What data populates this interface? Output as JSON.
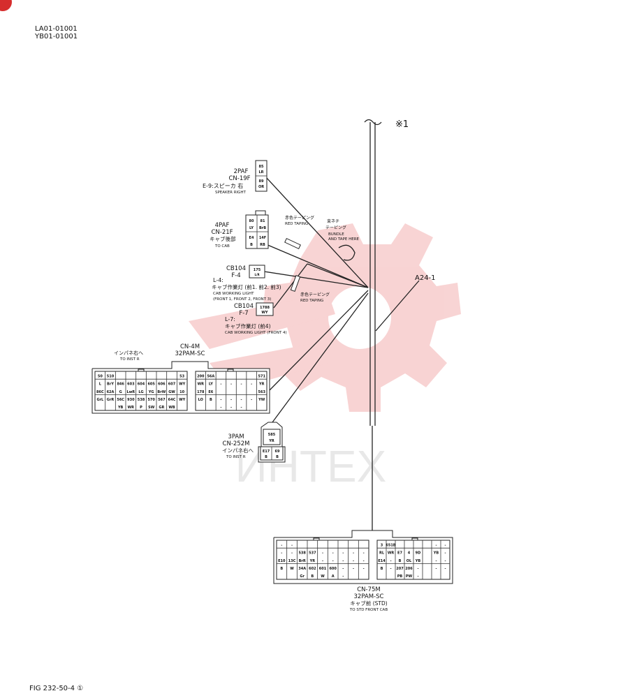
{
  "header": {
    "code_1": "LA01-01001",
    "code_2": "YB01-01001"
  },
  "footer": {
    "figure": "FIG 232-50-4 ①"
  },
  "watermark": {
    "text": "ИНТЕХ",
    "color": "#e03a3a"
  },
  "corner_badge": {
    "color": "#d62d2d"
  },
  "ref_mark": "※1",
  "harness": {
    "label": "A24-1"
  },
  "notes": {
    "red_taping_1_jp": "赤色テーピング",
    "red_taping_1_en": "RED TAPING",
    "red_taping_2_jp": "赤色テーピング",
    "red_taping_2_en": "RED TAPING",
    "bundle_jp_1": "束ネチ",
    "bundle_jp_2": "テーピング",
    "bundle_en_1": "BUNDLE",
    "bundle_en_2": "AND TAPE HERE"
  },
  "connectors": {
    "cn19f": {
      "type": "2PAF",
      "id": "CN-19F",
      "desc_jp": "E-9:スピーカ 右",
      "desc_en": "SPEAKER RIGHT",
      "pins": [
        "85",
        "LR",
        "89",
        "OR"
      ]
    },
    "cn21f": {
      "type": "4PAF",
      "id": "CN-21F",
      "desc_jp": "キャブ後部",
      "desc_en": "TO CAB",
      "pins": [
        "80",
        "81",
        "LY",
        "BrB",
        "E4",
        "14F",
        "B",
        "RB"
      ]
    },
    "cb104a": {
      "type": "CB104",
      "id": "F-4",
      "pins": [
        "175",
        "L/R"
      ],
      "desc_1": "L-4:",
      "desc_jp": "キャブ作業灯 (前1. 前2. 前3)",
      "desc_en_1": "CAB WORKING LIGHT",
      "desc_en_2": "(FRONT 1, FRONT 2, FRONT 3)"
    },
    "cb104b": {
      "type": "CB104",
      "id": "F-7",
      "pins": [
        "1788",
        "WY"
      ],
      "desc_1": "L-7:",
      "desc_jp": "キャブ作業灯 (前4)",
      "desc_en": "CAB WORKING LIGHT (FRONT 4)"
    },
    "cn4m": {
      "id": "CN-4M",
      "type": "32PAM-SC",
      "dest_jp": "インパネ右へ",
      "dest_en": "TO INST R",
      "left_rows": [
        [
          "50",
          "510",
          "",
          "",
          "",
          "",
          "",
          "",
          "53"
        ],
        [
          "L",
          "BrY",
          "846",
          "603",
          "604",
          "605",
          "606",
          "607",
          "WY"
        ],
        [
          "86C",
          "62A",
          "G",
          "LwR",
          "LG",
          "YG",
          "BrW",
          "GW",
          "10"
        ],
        [
          "GrL",
          "GrR",
          "56C",
          "930",
          "538",
          "570",
          "567",
          "64C",
          "WY"
        ],
        [
          "",
          "",
          "YB",
          "WR",
          "P",
          "SW",
          "GR",
          "WB",
          ""
        ]
      ],
      "right_rows": [
        [
          "200",
          "56A",
          "",
          "",
          "",
          "",
          "571"
        ],
        [
          "WR",
          "LY",
          "-",
          "-",
          "-",
          "-",
          "YR"
        ],
        [
          "178",
          "E6",
          "",
          "",
          "",
          "",
          "563"
        ],
        [
          "LO",
          "B",
          "-",
          "-",
          "-",
          "-",
          "YW"
        ],
        [
          "",
          "",
          "-",
          "-",
          "-",
          "",
          ""
        ]
      ]
    },
    "cn252m": {
      "type": "3PAM",
      "id": "CN-252M",
      "dest_jp": "インパネ右へ",
      "dest_en": "TO INST R",
      "pins": [
        "585",
        "YR",
        "E17",
        "69",
        "B",
        "B"
      ]
    },
    "cn75m": {
      "id": "CN-75M",
      "type": "32PAM-SC",
      "dest_jp": "キャブ前 (STD)",
      "dest_en": "TO STD FRONT CAB",
      "left_rows": [
        [
          "-",
          "-",
          "",
          "",
          "",
          "",
          "",
          "",
          ""
        ],
        [
          "-",
          "-",
          "538",
          "537",
          "-",
          "-",
          "-",
          "-",
          "-"
        ],
        [
          "E10",
          "13C",
          "BrR",
          "YR",
          "-",
          "-",
          "-",
          "-",
          "-"
        ],
        [
          "B",
          "W",
          "34A",
          "602",
          "601",
          "600",
          "-",
          "-",
          "-"
        ],
        [
          "",
          "",
          "Gr",
          "B",
          "W",
          "A",
          "-",
          "",
          ""
        ]
      ],
      "right_rows": [
        [
          "3",
          "651B",
          "",
          "",
          "",
          "",
          "-",
          "-"
        ],
        [
          "RL",
          "WR",
          "E7",
          "4",
          "9D",
          "",
          "YB",
          "-"
        ],
        [
          "E14",
          "-",
          "B",
          "OL",
          "YB",
          "",
          "-",
          "-"
        ],
        [
          "B",
          "-",
          "207",
          "206",
          "-",
          "",
          "-",
          "-"
        ],
        [
          "",
          "",
          "PB",
          "PW",
          "-",
          "",
          "",
          ""
        ]
      ]
    }
  }
}
